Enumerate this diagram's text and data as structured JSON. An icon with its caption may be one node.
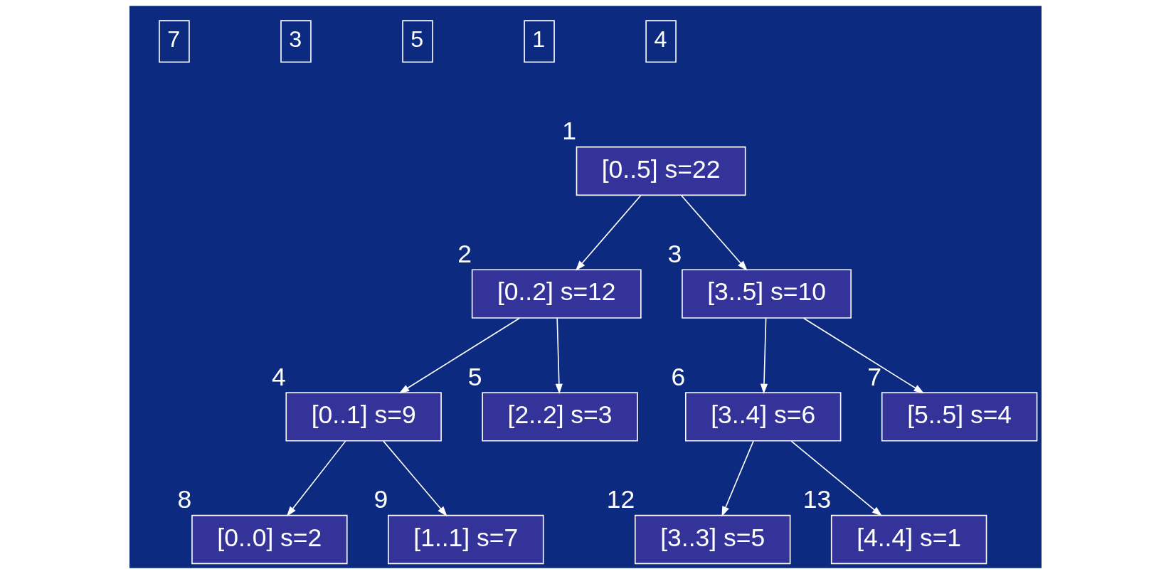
{
  "diagram": {
    "nodes": [
      {
        "text": [
          "[0..5] s=22"
        ],
        "beside": [
          "1"
        ]
      },
      {
        "text": [
          "[0..2] s=12"
        ],
        "beside": [
          "2"
        ]
      },
      {
        "text": [
          "[3..5] s=10"
        ],
        "beside": [
          "3"
        ]
      },
      {
        "text": [
          "[0..1] s=9"
        ],
        "beside": [
          "4"
        ]
      },
      {
        "text": [
          "[2..2] s=3"
        ],
        "beside": [
          "5"
        ]
      },
      {
        "text": [
          "[3..4] s=6"
        ],
        "beside": [
          "6"
        ]
      },
      {
        "text": [
          "[5..5] s=4"
        ],
        "beside": [
          "7"
        ]
      },
      {
        "text": [
          "[0..0] s=2"
        ],
        "beside": [
          "8"
        ]
      },
      {
        "text": [
          "[1..1] s=7"
        ],
        "beside": [
          "9"
        ]
      },
      {
        "text": [
          "[3..3] s=5"
        ],
        "beside": [
          "12"
        ]
      },
      {
        "text": [
          "[4..4] s=1"
        ],
        "beside": [
          "13"
        ]
      }
    ],
    "edges": [
      {
        "from": 0,
        "to": 1,
        "arrow": "to"
      },
      {
        "from": 0,
        "to": 2,
        "arrow": "to"
      },
      {
        "from": 1,
        "to": 3,
        "arrow": "to"
      },
      {
        "from": 1,
        "to": 4,
        "arrow": "to"
      },
      {
        "from": 2,
        "to": 5,
        "arrow": "to"
      },
      {
        "from": 2,
        "to": 6,
        "arrow": "to"
      },
      {
        "from": 3,
        "to": 7,
        "arrow": "to"
      },
      {
        "from": 3,
        "to": 8,
        "arrow": "to"
      },
      {
        "from": 5,
        "to": 9,
        "arrow": "to"
      },
      {
        "from": 5,
        "to": 10,
        "arrow": "to"
      }
    ],
    "labels": [
      "7",
      "3",
      "5",
      "1",
      "4"
    ]
  }
}
